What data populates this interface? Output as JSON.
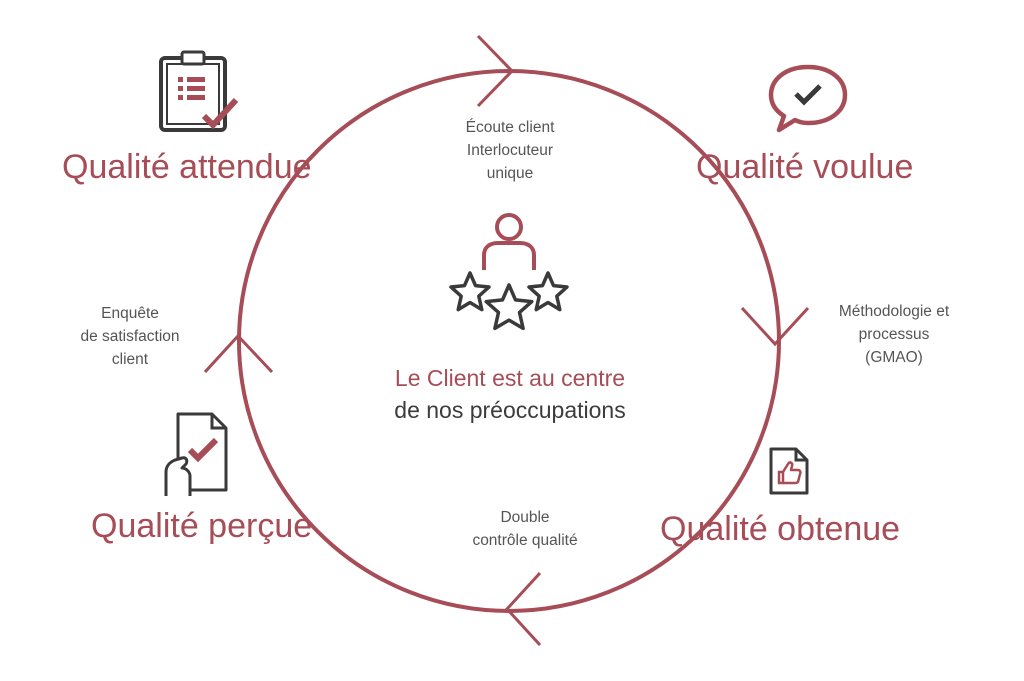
{
  "colors": {
    "accent": "#a64d57",
    "text_dark": "#3c3c3c",
    "note_text": "#555555",
    "icon_gray": "#3a3a3a"
  },
  "qualities": {
    "attendue": "Qualité attendue",
    "voulue": "Qualité voulue",
    "obtenue": "Qualité obtenue",
    "percue": "Qualité perçue"
  },
  "notes": {
    "top": [
      "Écoute client",
      "Interlocuteur",
      "unique"
    ],
    "right": [
      "Méthodologie et",
      "processus",
      "(GMAO)"
    ],
    "bottom": [
      "Double",
      "contrôle qualité"
    ],
    "left": [
      "Enquête",
      "de satisfaction",
      "client"
    ]
  },
  "center": {
    "line1": "Le Client est au centre",
    "line2": "de nos préoccupations"
  },
  "icons": {
    "attendue": "clipboard-check-icon",
    "voulue": "speech-bubble-check-icon",
    "obtenue": "document-thumbs-up-icon",
    "percue": "hand-document-check-icon",
    "center": "client-three-stars-icon"
  }
}
